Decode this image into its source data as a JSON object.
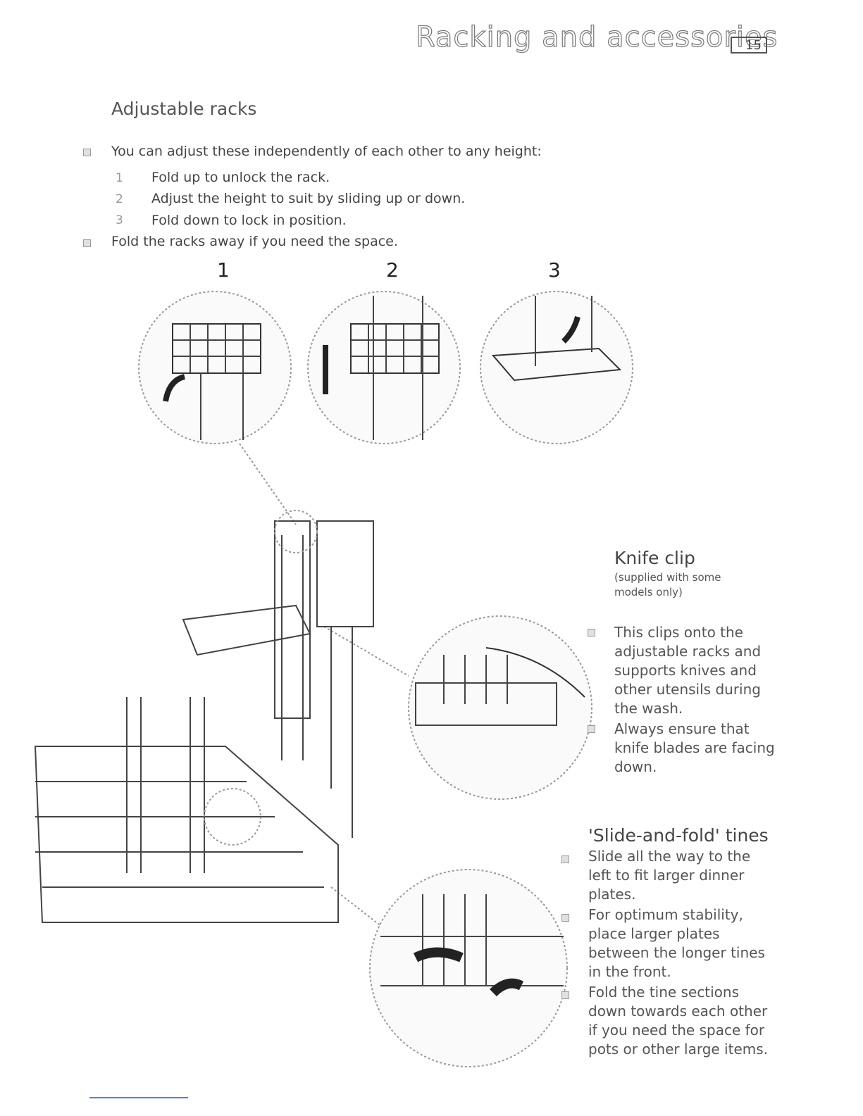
{
  "header": {
    "title": "Racking and accessories",
    "page_number": "15"
  },
  "adjustable": {
    "heading": "Adjustable racks",
    "intro": "You can adjust these independently of each other to any height:",
    "steps": [
      {
        "num": "1",
        "text": "Fold up to unlock the rack."
      },
      {
        "num": "2",
        "text": "Adjust the height to suit by sliding up or down."
      },
      {
        "num": "3",
        "text": "Fold down to lock in position."
      }
    ],
    "fold_away": "Fold the racks away if you need the space."
  },
  "figure_labels": [
    "1",
    "2",
    "3"
  ],
  "knife_clip": {
    "heading": "Knife clip",
    "note_line1": "(supplied with some",
    "note_line2": "models only)",
    "bullet1": [
      "This clips onto the",
      "adjustable racks and",
      "supports knives and",
      "other utensils during",
      "the wash."
    ],
    "bullet2": [
      "Always ensure that",
      "knife blades are facing",
      "down."
    ]
  },
  "tines": {
    "heading": "'Slide-and-fold' tines",
    "bullet1": [
      "Slide all the way to the",
      "left to fit larger dinner",
      "plates."
    ],
    "bullet2": [
      "For optimum stability,",
      "place larger plates",
      "between the longer tines",
      "in the front."
    ],
    "bullet3": [
      "Fold the tine sections",
      "down towards each other",
      "if you need the space for",
      "pots or other large items."
    ]
  }
}
